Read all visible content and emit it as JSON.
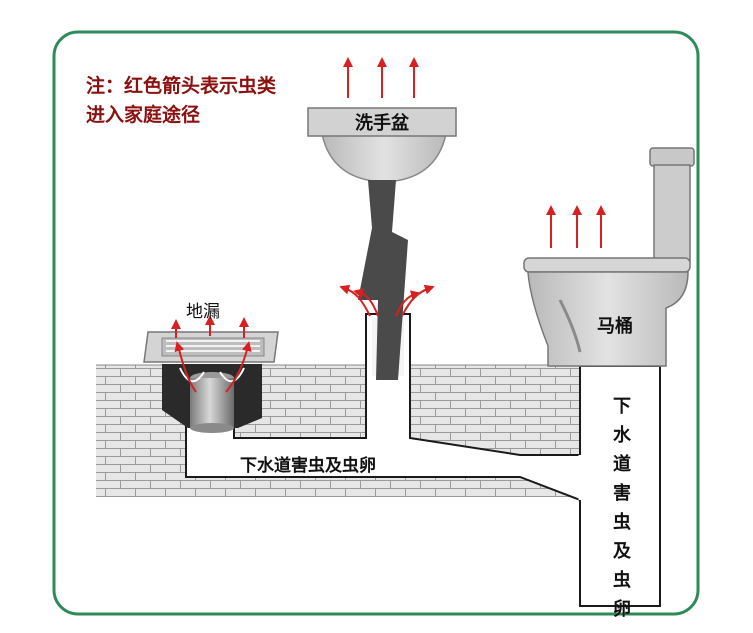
{
  "note": {
    "line1": "注：红色箭头表示虫类",
    "line2": "进入家庭途径"
  },
  "labels": {
    "sink": "洗手盆",
    "floor_drain": "地漏",
    "toilet": "马桶",
    "horizontal_pipe": "下水道害虫及虫卵",
    "vertical_pipe": "下水道害虫及虫卵"
  },
  "colors": {
    "frame": "#2f8a5a",
    "note_text": "#8b1010",
    "arrow": "#d82020",
    "wall": "#e6e6e6",
    "brick_line": "#9a9a9a",
    "fixture": "#cfcfcf",
    "pipe_dark": "#4a4a4a"
  },
  "icons": [
    "sink-icon",
    "toilet-icon",
    "floor-drain-icon",
    "brick-wall",
    "drain-pipe"
  ]
}
